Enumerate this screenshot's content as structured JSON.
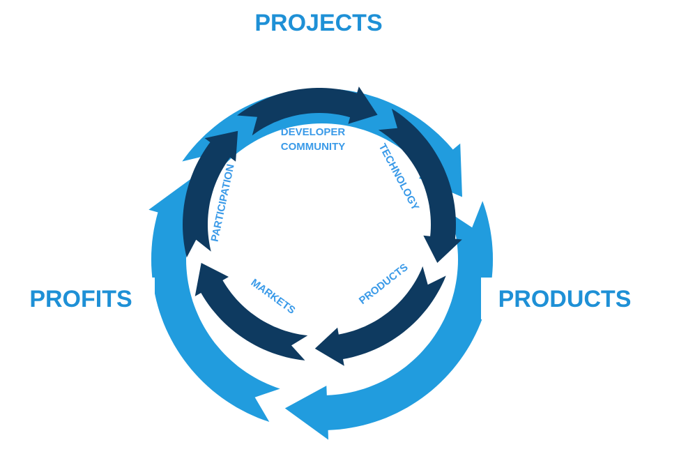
{
  "colors": {
    "outer_ring": "#219cde",
    "inner_ring": "#0e3a60",
    "outer_text": "#1e90d6",
    "inner_text": "#3a9ae8",
    "background": "#ffffff"
  },
  "outer_cycle": {
    "labels": {
      "projects": "PROJECTS",
      "products": "PRODUCTS",
      "profits": "PROFITS"
    }
  },
  "inner_cycle": {
    "labels": {
      "developer_line1": "DEVELOPER",
      "developer_line2": "COMMUNITY",
      "technology": "TECHNOLOGY",
      "products": "PRODUCTS",
      "markets": "MARKETS",
      "participation": "PARTICIPATION"
    }
  }
}
